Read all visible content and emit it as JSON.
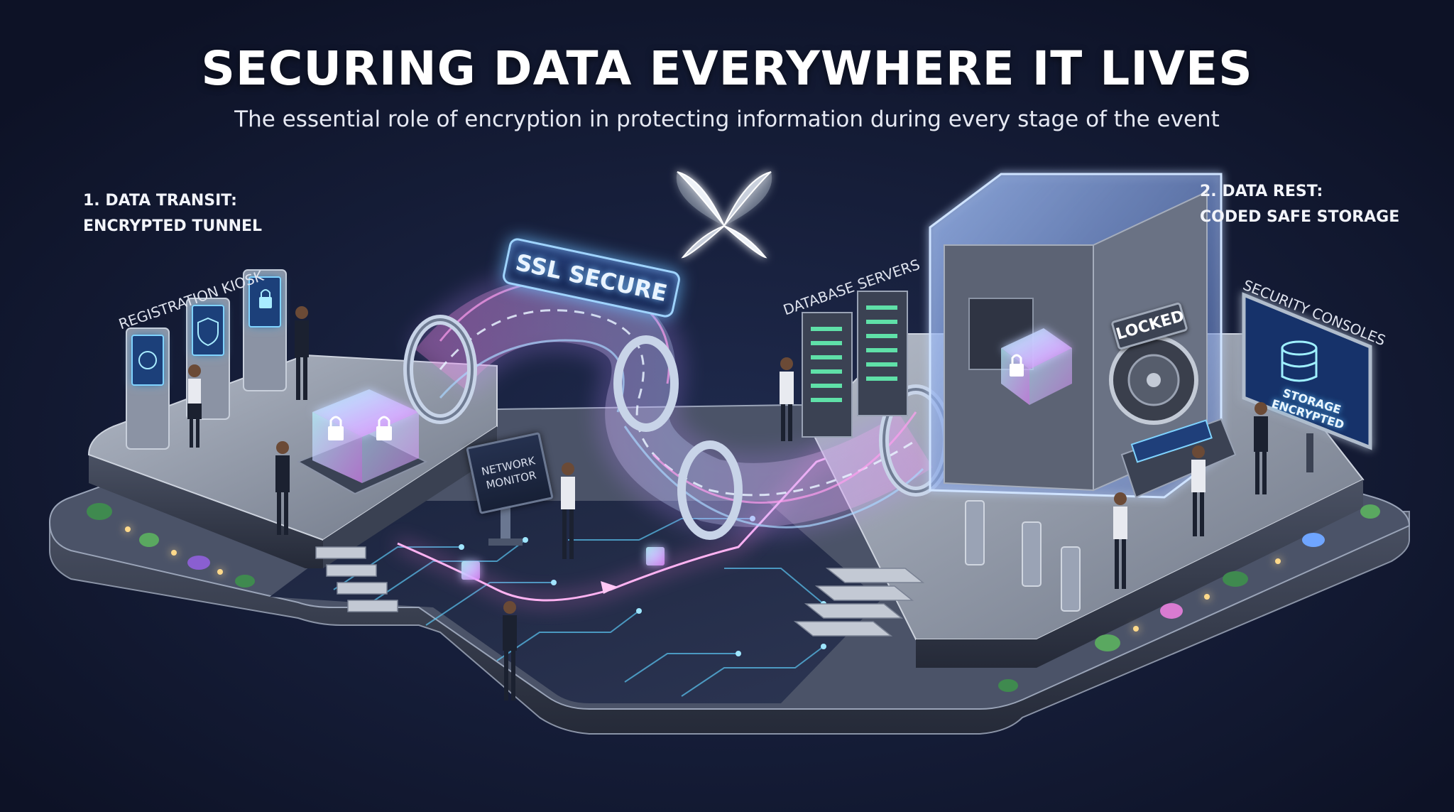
{
  "header": {
    "title": "SECURING DATA EVERYWHERE IT LIVES",
    "subtitle": "The essential role of encryption in protecting information during every stage of the event"
  },
  "stages": {
    "transit": {
      "line1": "1. DATA TRANSIT:",
      "line2": "ENCRYPTED TUNNEL"
    },
    "rest": {
      "line1": "2. DATA REST:",
      "line2": "CODED SAFE STORAGE"
    }
  },
  "areas": {
    "registration_kiosk": "Registration Kiosk",
    "database_servers": "Database Servers",
    "security_consoles": "Security Consoles",
    "network_monitor": {
      "line1": "Network",
      "line2": "Monitor"
    }
  },
  "signs": {
    "ssl": "SSL SECURE",
    "safe_badge": "Locked",
    "console_screen": "Storage Encrypted"
  },
  "icons": [
    "butterfly-logo-icon",
    "lock-icon",
    "shield-check-icon",
    "database-lock-icon",
    "fingerprint-icon",
    "combination-dial-icon"
  ],
  "colors": {
    "background": "#131a33",
    "platform": "#9aa3b3",
    "tunnel_glow": "#b98cff",
    "accent_cyan": "#7fd3ff",
    "accent_pink": "#ff7be0"
  }
}
